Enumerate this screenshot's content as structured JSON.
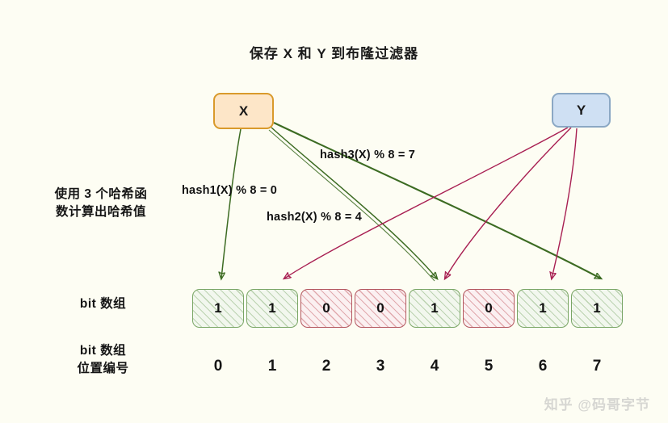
{
  "meta": {
    "title": "保存 X 和 Y 到布隆过滤器",
    "background_color": "#fdfdf3",
    "watermark": "知乎 @码哥字节"
  },
  "nodes": {
    "x": {
      "label": "X",
      "fill": "#fde6c8",
      "stroke": "#d99a2b"
    },
    "y": {
      "label": "Y",
      "fill": "#cfe0f3",
      "stroke": "#8ba8c4"
    }
  },
  "notes": {
    "hash_function_note_line1": "使用 3 个哈希函",
    "hash_function_note_line2": "数计算出哈希值",
    "bit_array_label": "bit 数组",
    "bit_index_label_line1": "bit 数组",
    "bit_index_label_line2": "位置编号"
  },
  "hash_labels": {
    "hash1": "hash1(X) % 8 = 0",
    "hash2": "hash2(X) % 8 = 4",
    "hash3": "hash3(X) % 8 = 7"
  },
  "chart_data": {
    "type": "table",
    "title": "保存 X 和 Y 到布隆过滤器",
    "categories": [
      "0",
      "1",
      "2",
      "3",
      "4",
      "5",
      "6",
      "7"
    ],
    "values": [
      1,
      1,
      0,
      0,
      1,
      0,
      1,
      1
    ],
    "colors": {
      "one": "#7aa666",
      "zero": "#b4575f"
    },
    "arrows": [
      {
        "from": "X",
        "to_index": 0,
        "color": "#3c6b22",
        "label": "hash1(X) % 8 = 0"
      },
      {
        "from": "X",
        "to_index": 4,
        "color": "#3c6b22",
        "label": "hash2(X) % 8 = 4"
      },
      {
        "from": "X",
        "to_index": 7,
        "color": "#3c6b22",
        "label": "hash3(X) % 8 = 7"
      },
      {
        "from": "Y",
        "to_index": 1,
        "color": "#a81f52",
        "label": ""
      },
      {
        "from": "Y",
        "to_index": 4,
        "color": "#a81f52",
        "label": ""
      },
      {
        "from": "Y",
        "to_index": 6,
        "color": "#a81f52",
        "label": ""
      }
    ]
  },
  "bits": [
    {
      "index": "0",
      "value": "1",
      "state": "on"
    },
    {
      "index": "1",
      "value": "1",
      "state": "on"
    },
    {
      "index": "2",
      "value": "0",
      "state": "off"
    },
    {
      "index": "3",
      "value": "0",
      "state": "off"
    },
    {
      "index": "4",
      "value": "1",
      "state": "on"
    },
    {
      "index": "5",
      "value": "0",
      "state": "off"
    },
    {
      "index": "6",
      "value": "1",
      "state": "on"
    },
    {
      "index": "7",
      "value": "1",
      "state": "on"
    }
  ]
}
